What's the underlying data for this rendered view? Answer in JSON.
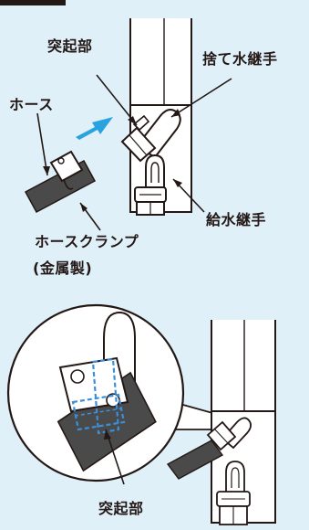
{
  "labels": {
    "protrusion_top": "突起部",
    "drain_joint": "捨て水継手",
    "hose": "ホース",
    "supply_joint": "給水継手",
    "hose_clamp_line1": "ホースクランプ",
    "hose_clamp_line2": "(金属製)",
    "protrusion_bottom": "突起部"
  },
  "colors": {
    "background": "#dff0f9",
    "arrow": "#29a3e0",
    "hose": "#4a4a4a",
    "outline": "#231815",
    "highlight": "#3b8fd9"
  },
  "icons": {
    "insert_direction": "blue-arrow-icon"
  }
}
